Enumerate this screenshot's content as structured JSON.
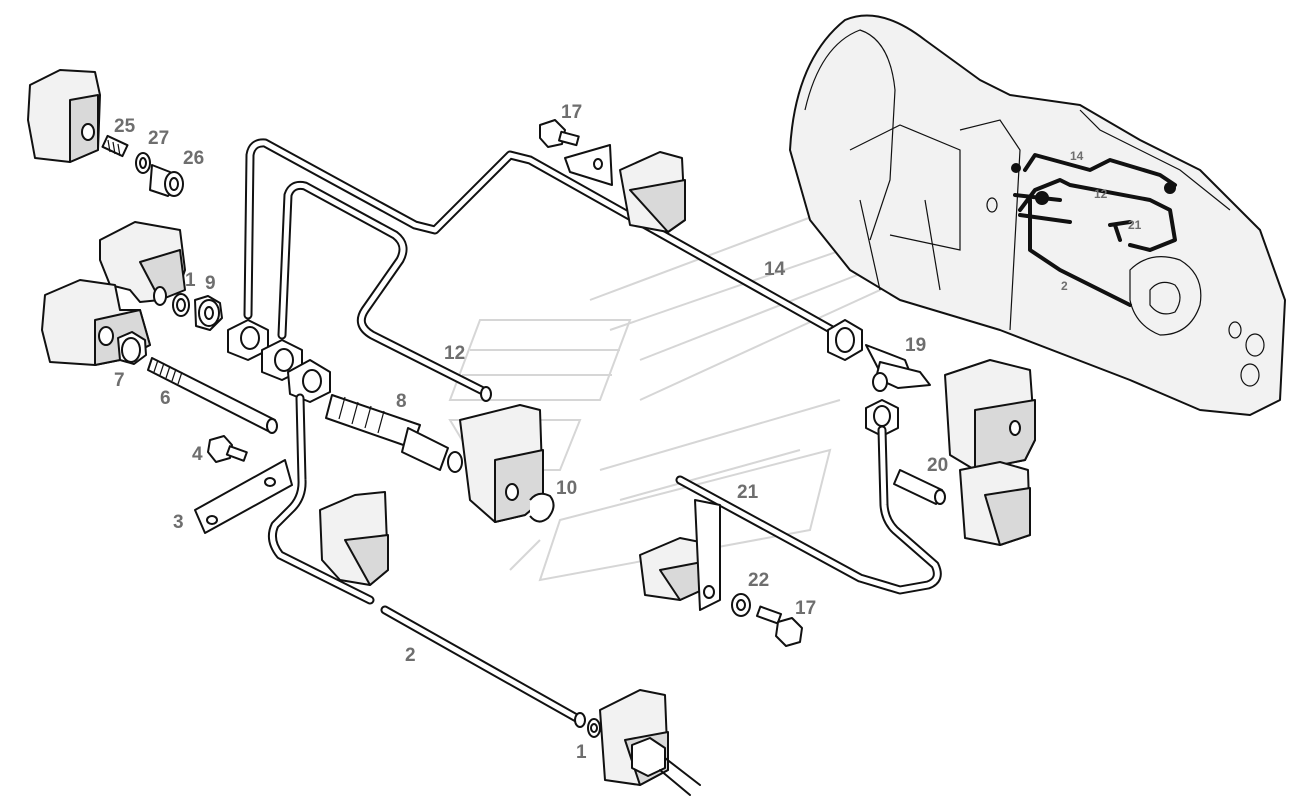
{
  "callouts": {
    "c25": "25",
    "c27": "27",
    "c26": "26",
    "c1_top": "1",
    "c9": "9",
    "c7": "7",
    "c6": "6",
    "c4": "4",
    "c3": "3",
    "c2": "2",
    "c1_bottom": "1",
    "c8": "8",
    "c10": "10",
    "c12": "12",
    "c14": "14",
    "c17_top": "17",
    "c19": "19",
    "c20": "20",
    "c21": "21",
    "c22": "22",
    "c17_bottom": "17"
  },
  "inset": {
    "c14": "14",
    "c12": "12",
    "c21": "21",
    "c2": "2"
  }
}
